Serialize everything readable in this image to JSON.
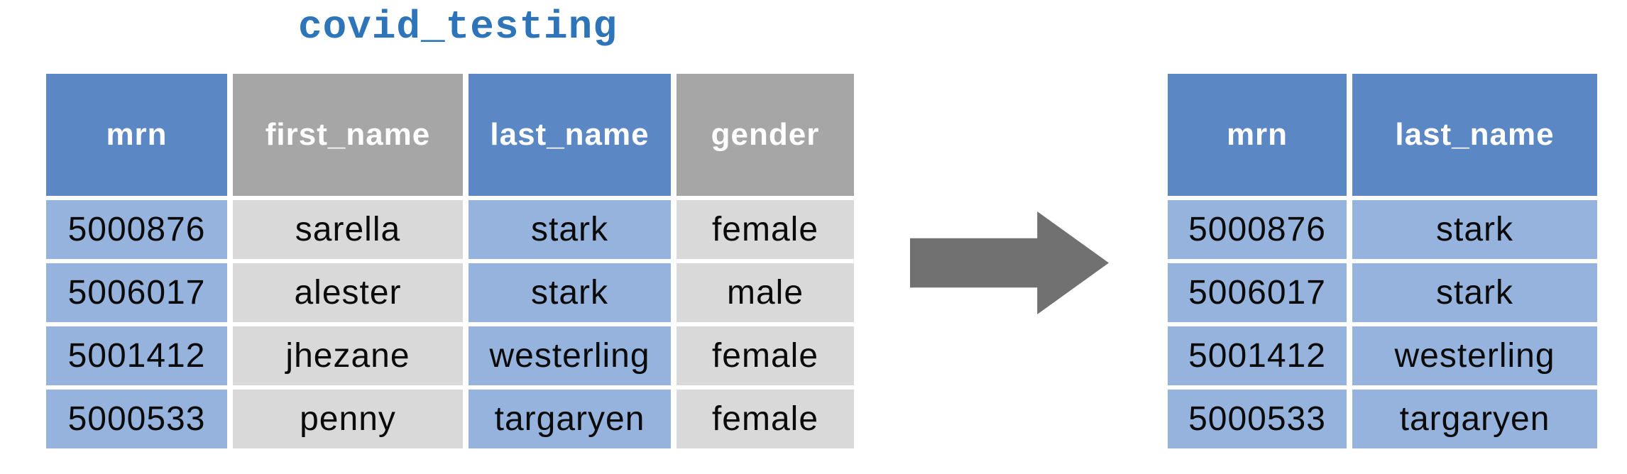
{
  "title": "covid_testing",
  "colors": {
    "header_blue": "#5c87c5",
    "header_gray": "#a6a6a6",
    "cell_blue": "#95b3dc",
    "cell_gray": "#d9d9d9",
    "arrow_gray": "#717171",
    "title_blue": "#2e74b8",
    "header_text": "#ffffff",
    "cell_text": "#0a0a0a"
  },
  "source_table": {
    "name": "covid_testing",
    "columns": [
      {
        "label": "mrn",
        "selected": true
      },
      {
        "label": "first_name",
        "selected": false
      },
      {
        "label": "last_name",
        "selected": true
      },
      {
        "label": "gender",
        "selected": false
      }
    ],
    "rows": [
      {
        "mrn": "5000876",
        "first_name": "sarella",
        "last_name": "stark",
        "gender": "female"
      },
      {
        "mrn": "5006017",
        "first_name": "alester",
        "last_name": "stark",
        "gender": "male"
      },
      {
        "mrn": "5001412",
        "first_name": "jhezane",
        "last_name": "westerling",
        "gender": "female"
      },
      {
        "mrn": "5000533",
        "first_name": "penny",
        "last_name": "targaryen",
        "gender": "female"
      }
    ]
  },
  "result_table": {
    "columns": [
      {
        "label": "mrn",
        "selected": true
      },
      {
        "label": "last_name",
        "selected": true
      }
    ],
    "rows": [
      {
        "mrn": "5000876",
        "last_name": "stark"
      },
      {
        "mrn": "5006017",
        "last_name": "stark"
      },
      {
        "mrn": "5001412",
        "last_name": "westerling"
      },
      {
        "mrn": "5000533",
        "last_name": "targaryen"
      }
    ]
  },
  "arrow": {
    "meaning": "select-columns-transform"
  }
}
